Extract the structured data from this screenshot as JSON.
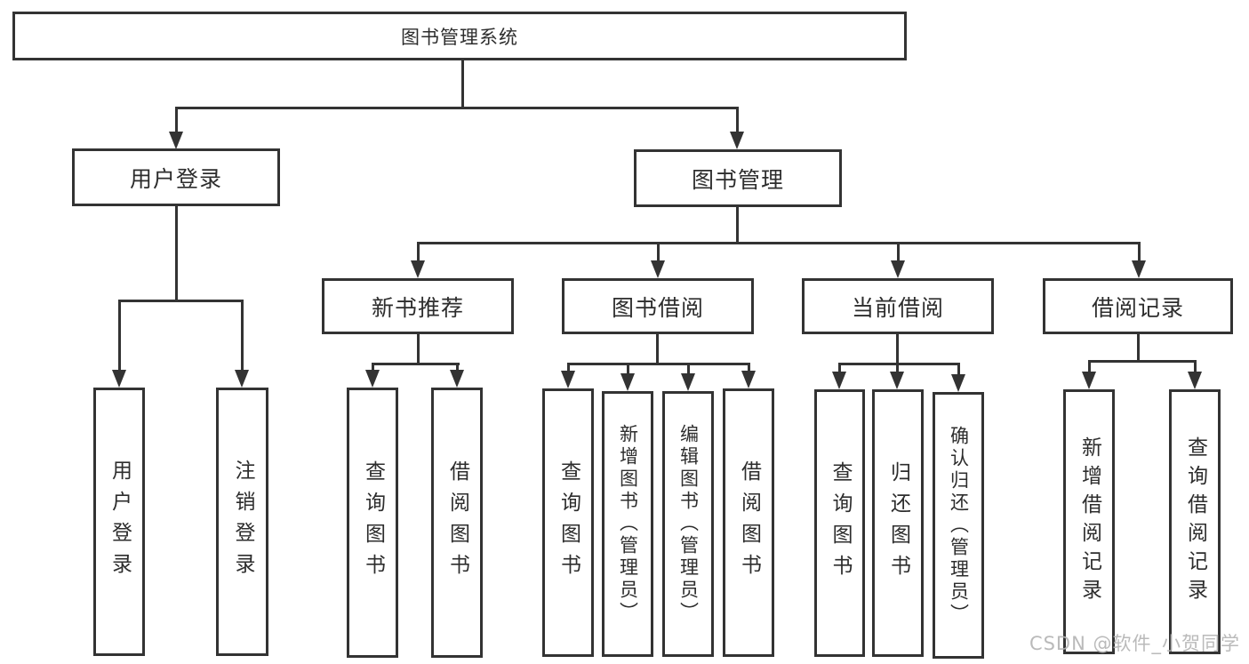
{
  "root": {
    "label": "图书管理系统"
  },
  "level2": {
    "user_login": "用户登录",
    "book_mgmt": "图书管理"
  },
  "level3": {
    "new_book": "新书推荐",
    "book_borrow": "图书借阅",
    "current_borrow": "当前借阅",
    "borrow_record": "借阅记录"
  },
  "leaves": {
    "user_login": [
      "用户登录",
      "注销登录"
    ],
    "new_book": [
      "查询图书",
      "借阅图书"
    ],
    "book_borrow": [
      "查询图书",
      "新增图书（管理员）",
      "编辑图书（管理员）",
      "借阅图书"
    ],
    "current_borrow": [
      "查询图书",
      "归还图书",
      "确认归还（管理员）"
    ],
    "borrow_record": [
      "新增借阅记录",
      "查询借阅记录"
    ]
  },
  "watermark": "CSDN @软件_小贺同学",
  "colors": {
    "line": "#333333",
    "text": "#2d2d2d",
    "watermark": "#b3b3b3",
    "background": "#ffffff"
  }
}
